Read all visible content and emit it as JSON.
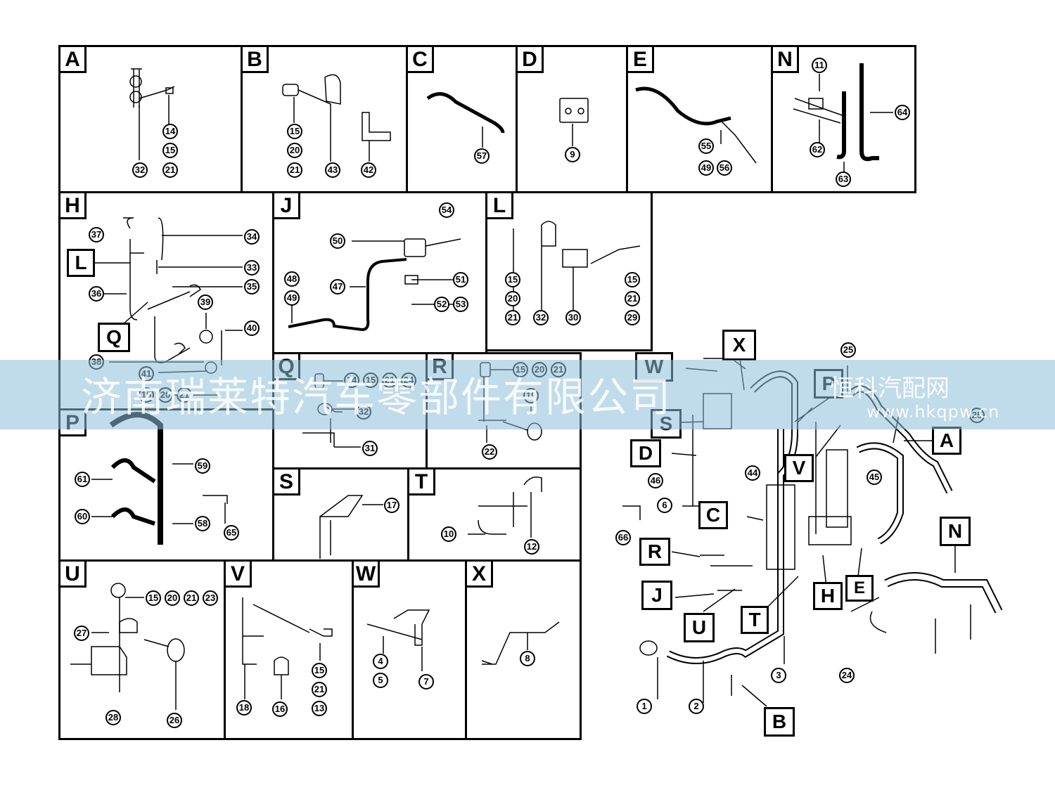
{
  "panels": [
    {
      "letter": "A",
      "callouts": [
        "14",
        "15",
        "21",
        "32"
      ]
    },
    {
      "letter": "B",
      "callouts": [
        "15",
        "20",
        "21",
        "43",
        "42"
      ]
    },
    {
      "letter": "C",
      "callouts": [
        "57"
      ]
    },
    {
      "letter": "D",
      "callouts": [
        "9"
      ]
    },
    {
      "letter": "E",
      "callouts": [
        "55",
        "49",
        "56"
      ]
    },
    {
      "letter": "N",
      "callouts": [
        "11",
        "64",
        "62",
        "63"
      ]
    },
    {
      "letter": "H",
      "callouts": [
        "37",
        "34",
        "33",
        "35",
        "36",
        "39",
        "40",
        "38",
        "41",
        "15",
        "20",
        "21"
      ],
      "tags": [
        "L",
        "Q"
      ]
    },
    {
      "letter": "J",
      "callouts": [
        "54",
        "50",
        "48",
        "49",
        "47",
        "51",
        "52",
        "53"
      ]
    },
    {
      "letter": "L",
      "callouts": [
        "15",
        "20",
        "21",
        "32",
        "30",
        "15",
        "21",
        "29"
      ]
    },
    {
      "letter": "Q",
      "callouts": [
        "14",
        "15",
        "21",
        "24",
        "32",
        "31"
      ]
    },
    {
      "letter": "R",
      "callouts": [
        "15",
        "20",
        "21",
        "19",
        "22"
      ]
    },
    {
      "letter": "P",
      "callouts": [
        "59",
        "61",
        "60",
        "58",
        "65"
      ]
    },
    {
      "letter": "S",
      "callouts": [
        "17"
      ]
    },
    {
      "letter": "T",
      "callouts": [
        "10",
        "12"
      ]
    },
    {
      "letter": "U",
      "callouts": [
        "15",
        "20",
        "21",
        "23",
        "27",
        "28",
        "26"
      ]
    },
    {
      "letter": "V",
      "callouts": [
        "18",
        "16",
        "15",
        "21",
        "13"
      ]
    },
    {
      "letter": "W",
      "callouts": [
        "4",
        "5",
        "7"
      ]
    },
    {
      "letter": "X",
      "callouts": [
        "8"
      ]
    }
  ],
  "assembly": {
    "tags": [
      "X",
      "W",
      "P",
      "S",
      "D",
      "V",
      "A",
      "C",
      "N",
      "R",
      "H",
      "E",
      "J",
      "U",
      "T",
      "B"
    ],
    "callouts": [
      "25",
      "25",
      "44",
      "46",
      "45",
      "6",
      "66",
      "1",
      "2",
      "3",
      "24"
    ]
  },
  "watermark": {
    "main_text": "济南瑞莱特汽车零部件有限公司",
    "side_text": "恒科汽配网",
    "url": "www.hkqpw.cn"
  }
}
